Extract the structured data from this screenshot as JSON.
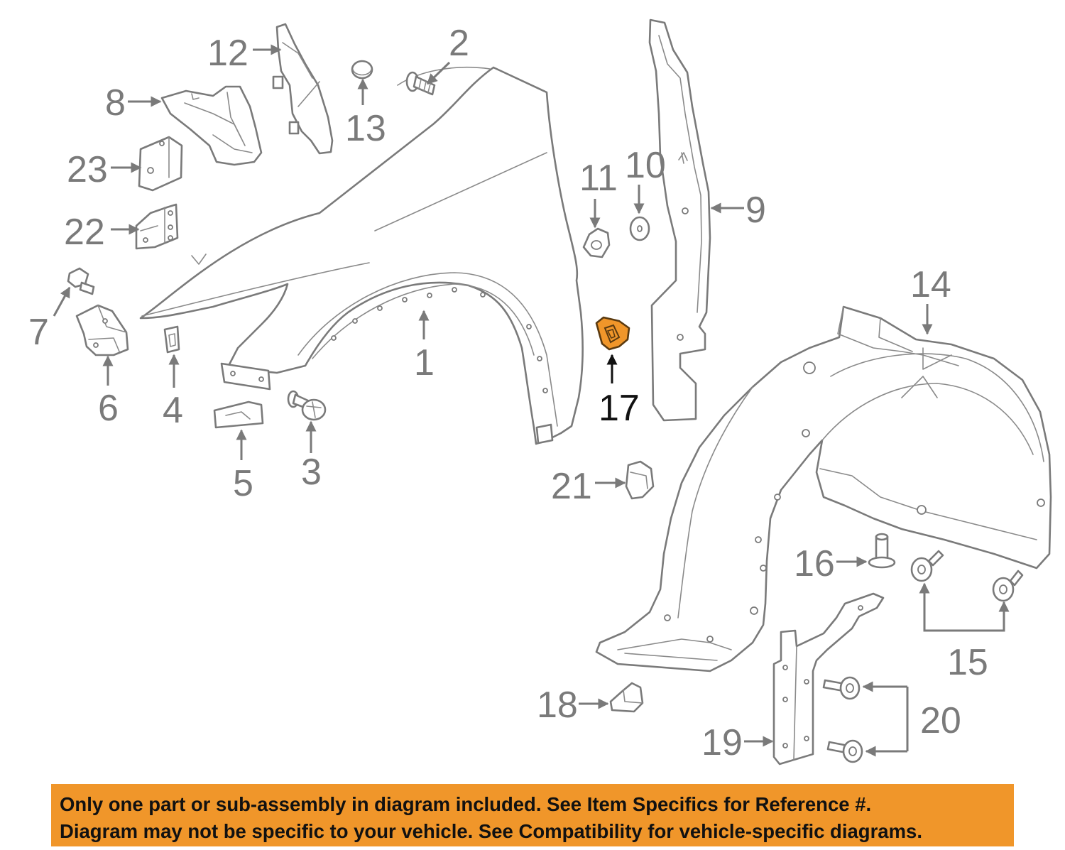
{
  "colors": {
    "highlight": "#f0962a",
    "line": "#7a7a7a",
    "banner": "#f0962a",
    "text_dark": "#111111"
  },
  "highlighted_part": "17",
  "callouts": [
    "1",
    "2",
    "3",
    "4",
    "5",
    "6",
    "7",
    "8",
    "9",
    "10",
    "11",
    "12",
    "13",
    "14",
    "15",
    "16",
    "17",
    "18",
    "19",
    "20",
    "21",
    "22",
    "23"
  ],
  "banner": {
    "line1": "Only one part or sub-assembly in diagram included. See Item Specifics for Reference #.",
    "line2": "Diagram may not be specific to your vehicle. See Compatibility for vehicle-specific diagrams."
  }
}
